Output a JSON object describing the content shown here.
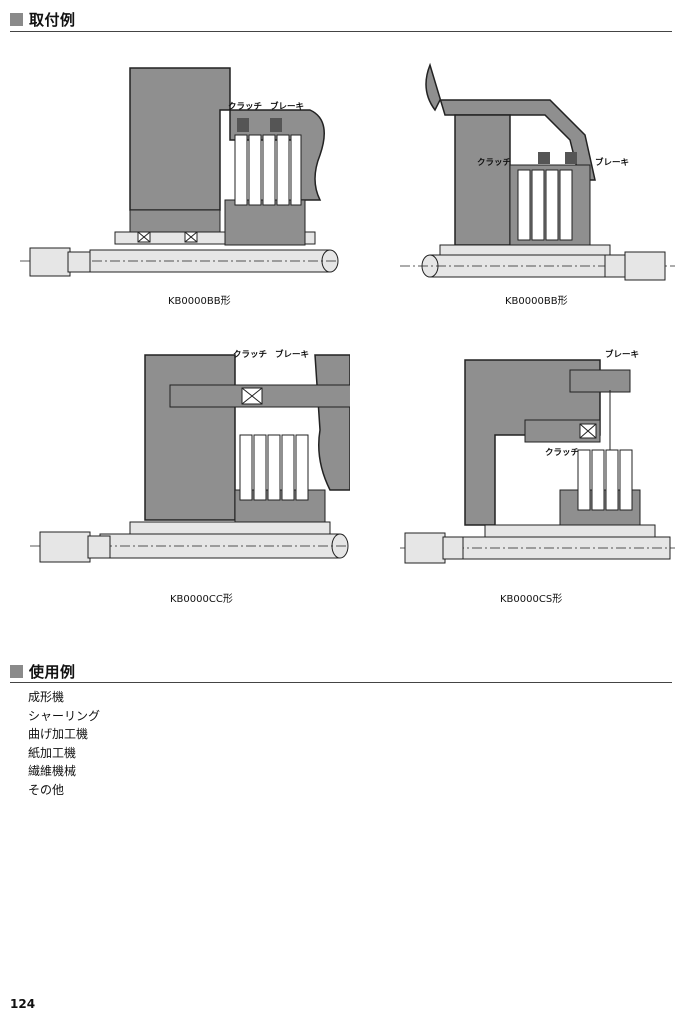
{
  "section1": {
    "title": "取付例"
  },
  "figures": [
    {
      "id": "bb1",
      "caption": "KB0000BB形",
      "labels": {
        "clutch": "クラッチ",
        "brake": "ブレーキ"
      }
    },
    {
      "id": "bb2",
      "caption": "KB0000BB形",
      "labels": {
        "clutch": "クラッチ",
        "brake": "ブレーキ"
      }
    },
    {
      "id": "cc",
      "caption": "KB0000CC形",
      "labels": {
        "clutch": "クラッチ",
        "brake": "ブレーキ"
      }
    },
    {
      "id": "cs",
      "caption": "KB0000CS形",
      "labels": {
        "clutch": "クラッチ",
        "brake": "ブレーキ"
      }
    }
  ],
  "section2": {
    "title": "使用例",
    "items": [
      "成形機",
      "シャーリング",
      "曲げ加工機",
      "紙加工機",
      "繊維機械",
      "その他"
    ]
  },
  "page_number": "124",
  "colors": {
    "frame_gray": "#8f8f8f",
    "dark": "#222222",
    "light": "#e6e6e6"
  }
}
